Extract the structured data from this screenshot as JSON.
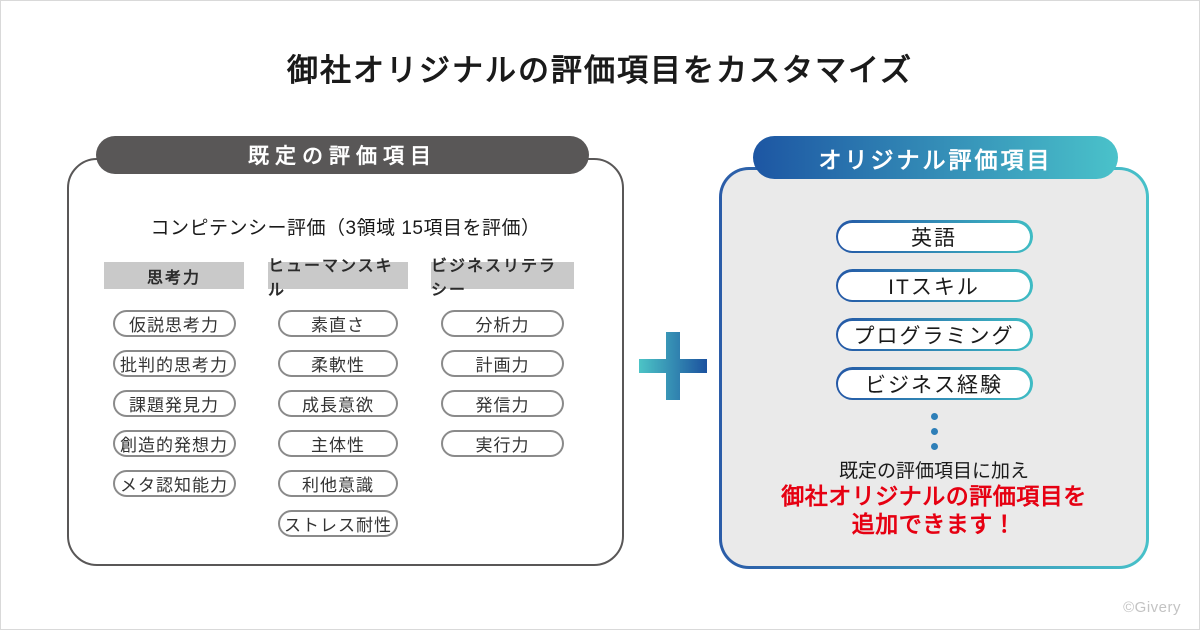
{
  "title": "御社オリジナルの評価項目をカスタマイズ",
  "default_panel": {
    "header": "既定の評価項目",
    "subtitle": "コンピテンシー評価（3領域 15項目を評価）",
    "columns": [
      {
        "header": "思考力",
        "items": [
          "仮説思考力",
          "批判的思考力",
          "課題発見力",
          "創造的発想力",
          "メタ認知能力"
        ]
      },
      {
        "header": "ヒューマンスキル",
        "items": [
          "素直さ",
          "柔軟性",
          "成長意欲",
          "主体性",
          "利他意識",
          "ストレス耐性"
        ]
      },
      {
        "header": "ビジネスリテラシー",
        "items": [
          "分析力",
          "計画力",
          "発信力",
          "実行力"
        ]
      }
    ]
  },
  "original_panel": {
    "header": "オリジナル評価項目",
    "items": [
      "英語",
      "ITスキル",
      "プログラミング",
      "ビジネス経験"
    ],
    "note_line1": "既定の評価項目に加え",
    "note_line2": "御社オリジナルの評価項目を",
    "note_line3": "追加できます！"
  },
  "icons": {
    "plus": "plus-icon",
    "ellipsis": "vertical-ellipsis-icon"
  },
  "colors": {
    "panel_dark_gray": "#595757",
    "column_header_gray": "#c9c9c9",
    "pill_border_gray": "#8a8a8a",
    "original_fill_gray": "#eaeaea",
    "accent_blue": "#1d56a3",
    "accent_teal": "#4ac2ca",
    "dot_blue": "#2e7fb8",
    "alert_red": "#e60012"
  },
  "footer": {
    "copyright": "©Givery"
  }
}
